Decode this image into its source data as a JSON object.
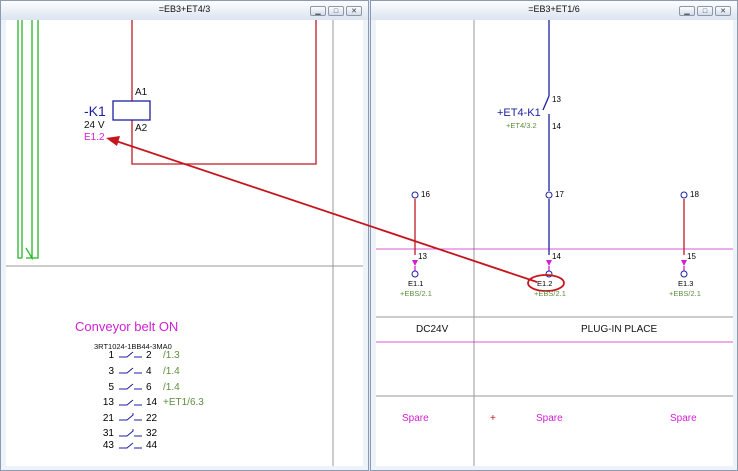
{
  "left_window": {
    "title": "=EB3+ET4/3",
    "coil": {
      "name": "-K1",
      "voltage": "24 V",
      "plc_ref": "E1.2",
      "pin_a1": "A1",
      "pin_a2": "A2"
    },
    "contactor": {
      "title": "Conveyor belt ON",
      "part_number": "3RT1024-1BB44-3MA0",
      "contacts": [
        {
          "left": "1",
          "right": "2",
          "ref": "/1.3"
        },
        {
          "left": "3",
          "right": "4",
          "ref": "/1.4"
        },
        {
          "left": "5",
          "right": "6",
          "ref": "/1.4"
        },
        {
          "left": "13",
          "right": "14",
          "ref": "+ET1/6.3"
        },
        {
          "left": "21",
          "right": "22",
          "ref": ""
        },
        {
          "left": "31",
          "right": "32",
          "ref": ""
        },
        {
          "left": "43",
          "right": "44",
          "ref": ""
        }
      ]
    }
  },
  "right_window": {
    "title": "=EB3+ET1/6",
    "contact": {
      "name": "+ET4-K1",
      "ref": "+ET4/3.2",
      "top_pin": "13",
      "bottom_pin": "14"
    },
    "terminals": {
      "t16": "16",
      "t17": "17",
      "t18": "18"
    },
    "pin_labels": {
      "p13": "13",
      "p14": "14",
      "p15": "15"
    },
    "io": [
      {
        "name": "E1.1",
        "ref": "+EBS/2.1"
      },
      {
        "name": "E1.2",
        "ref": "+EBS/2.1"
      },
      {
        "name": "E1.3",
        "ref": "+EBS/2.1"
      }
    ],
    "table": {
      "col1": "DC24V",
      "col2": "PLUG-IN PLACE"
    },
    "spare": {
      "s1": "Spare",
      "plus": "+",
      "s2": "Spare",
      "s3": "Spare"
    }
  },
  "window_buttons": {
    "minimize": "▁",
    "maximize": "□",
    "close": "✕"
  },
  "colors": {
    "wire_red": "#c0191f",
    "wire_blue": "#1c1fa0",
    "magenta": "#d21fd2",
    "green_ref": "#5e8e3f",
    "arrow": "#c4161c",
    "bus_green": "#26b526"
  }
}
